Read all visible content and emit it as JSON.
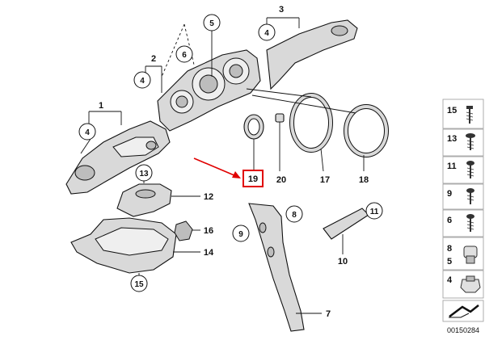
{
  "callouts": {
    "c1": "1",
    "c2": "2",
    "c3": "3",
    "c4a": "4",
    "c4b": "4",
    "c4c": "4",
    "c5": "5",
    "c6": "6",
    "c7": "7",
    "c8": "8",
    "c9": "9",
    "c10": "10",
    "c11": "11",
    "c12": "12",
    "c13": "13",
    "c14": "14",
    "c15": "15",
    "c16": "16",
    "c17": "17",
    "c18": "18",
    "c19": "19",
    "c20": "20"
  },
  "sidebar": {
    "items": [
      {
        "label": "15",
        "icon": "screw-icon"
      },
      {
        "label": "13",
        "icon": "screw-icon"
      },
      {
        "label": "11",
        "icon": "screw-icon"
      },
      {
        "label": "9",
        "icon": "screw-icon"
      },
      {
        "label": "6",
        "icon": "screw-icon"
      },
      {
        "label_top": "8",
        "label_bottom": "5",
        "icon": "clip-nut-icon"
      },
      {
        "label": "4",
        "icon": "clip-nut-icon"
      }
    ]
  },
  "footer": {
    "diagram_id": "00150284"
  },
  "colors": {
    "highlight": "#e00000",
    "part_fill": "#d9d9d9"
  }
}
